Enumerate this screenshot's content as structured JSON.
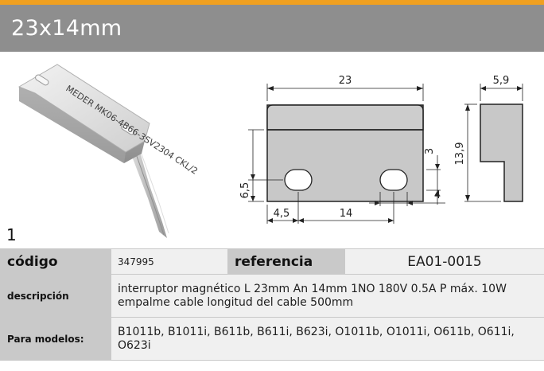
{
  "title": "23x14mm",
  "figure_number": "1",
  "photo_label_text": "MEDER  MK06-4B66-3SV2304  CKL/2",
  "drawing": {
    "dim_width": "23",
    "dim_side_width": "5,9",
    "dim_height": "13,9",
    "dim_hole_height": "3",
    "dim_hole_vertical": "6,5",
    "dim_left": "4,5",
    "dim_spacing": "14",
    "dim_hole_width": "4"
  },
  "table": {
    "codigo_label": "código",
    "codigo_value": "347995",
    "referencia_label": "referencia",
    "referencia_value": "EA01-0015",
    "descripcion_label": "descripción",
    "descripcion_value": "interruptor magnético  L 23mm An 14mm 1NO 180V 0.5A P máx. 10W empalme cable longitud del cable  500mm",
    "modelos_label": "Para modelos:",
    "modelos_value": "B1011b, B1011i, B611b, B611i, B623i, O1011b, O1011i, O611b, O611i, O623i"
  },
  "colors": {
    "accent": "#f0a020",
    "title_bar": "#8e8e8e",
    "label_cell": "#c9c9c9",
    "value_cell": "#f0f0f0",
    "drawing_fill": "#c8c8c8"
  }
}
